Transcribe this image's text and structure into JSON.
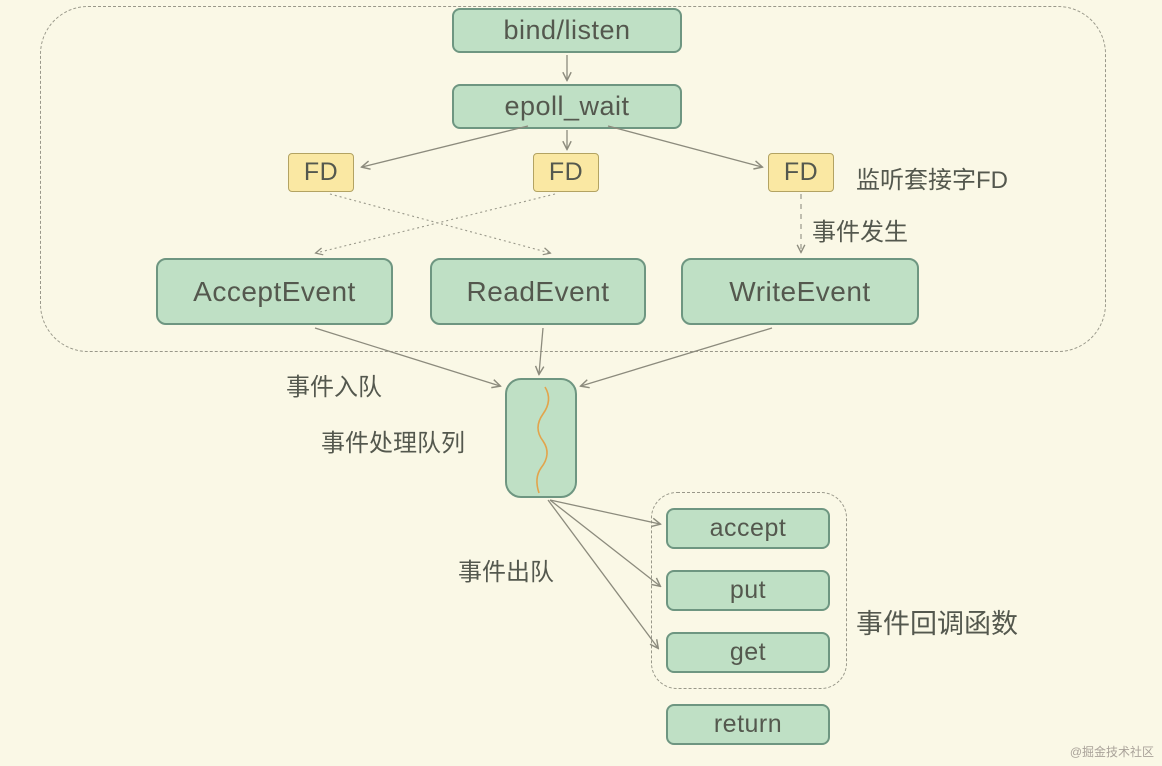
{
  "nodes": {
    "bind_listen": "bind/listen",
    "epoll_wait": "epoll_wait",
    "fd": "FD",
    "accept_event": "AcceptEvent",
    "read_event": "ReadEvent",
    "write_event": "WriteEvent",
    "cb_accept": "accept",
    "cb_put": "put",
    "cb_get": "get",
    "cb_return": "return"
  },
  "labels": {
    "listen_socket_fd": "监听套接字FD",
    "event_occur": "事件发生",
    "event_enqueue": "事件入队",
    "event_queue": "事件处理队列",
    "event_dequeue": "事件出队",
    "event_callbacks": "事件回调函数"
  },
  "watermark": "@掘金技术社区",
  "colors": {
    "background": "#FAF8E6",
    "node_green_fill": "#BFE0C5",
    "node_green_border": "#6E9681",
    "node_yellow_fill": "#FAE8A3",
    "node_yellow_border": "#B3A362",
    "dashed_border": "#99988A",
    "arrow": "#8C8B7D",
    "text": "#54584E",
    "squiggle": "#E2A44C"
  }
}
